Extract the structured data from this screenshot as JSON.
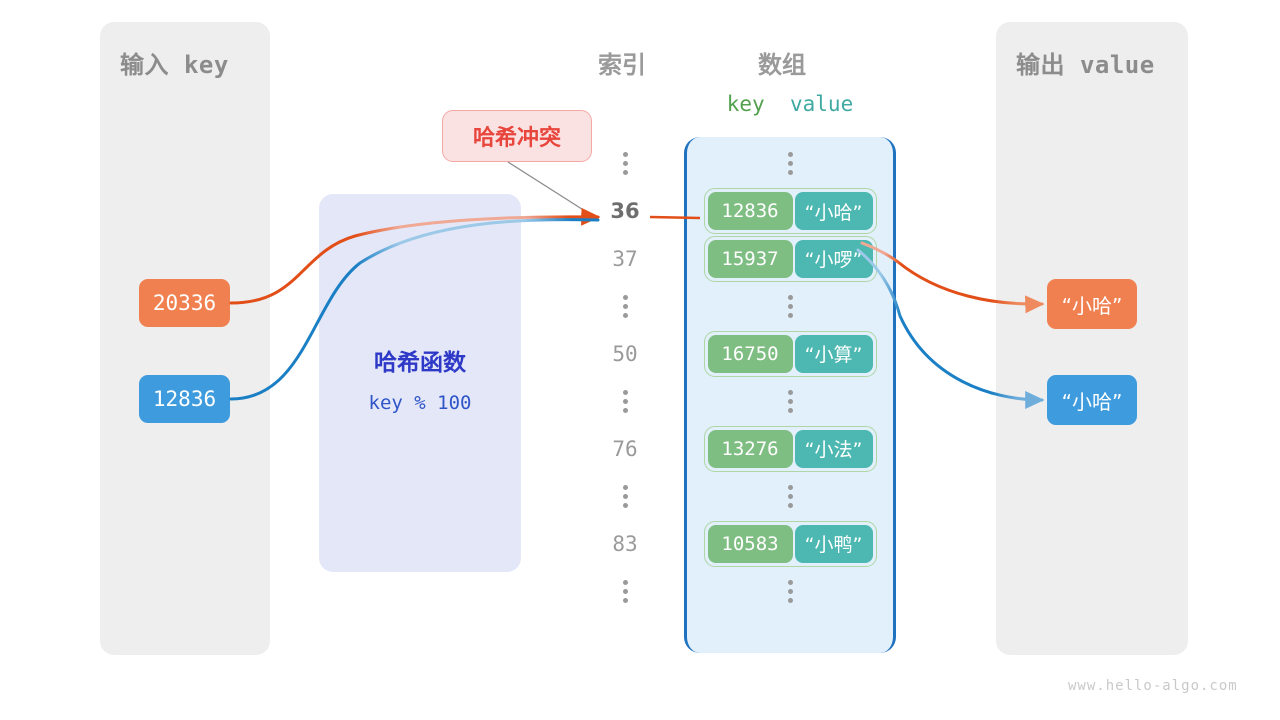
{
  "panels": {
    "input": {
      "title": "输入 key"
    },
    "output": {
      "title": "输出 value"
    }
  },
  "input_keys": [
    {
      "label": "20336",
      "color": "#F08050"
    },
    {
      "label": "12836",
      "color": "#3E9BDD"
    }
  ],
  "output_values": [
    {
      "label": "“小哈”",
      "color": "#F08050"
    },
    {
      "label": "“小哈”",
      "color": "#3E9BDD"
    }
  ],
  "hash_function": {
    "name": "哈希函数",
    "formula": "key % 100",
    "box_color": "#E4E7F8",
    "text_color": "#2F39C8"
  },
  "collision": {
    "label": "哈希冲突",
    "fill": "#FBE2E2",
    "border": "#F3A8A4",
    "text_color": "#E8453C"
  },
  "headers": {
    "index": "索引",
    "array": "数组",
    "key": "key",
    "value": "value",
    "key_color": "#53A14F",
    "value_color": "#3FA9A2"
  },
  "array": {
    "accent": "#1F72C0",
    "fill": "#E1F0FB",
    "key_cell_color": "#7FBE82",
    "value_cell_color": "#4CB8B1",
    "rows": [
      {
        "type": "dots",
        "index": "⋮"
      },
      {
        "type": "entry",
        "index": "36",
        "highlight": true,
        "key": "12836",
        "value": "“小哈”"
      },
      {
        "type": "entry",
        "index": "37",
        "highlight": false,
        "key": "15937",
        "value": "“小啰”"
      },
      {
        "type": "dots",
        "index": "⋮"
      },
      {
        "type": "entry",
        "index": "50",
        "highlight": false,
        "key": "16750",
        "value": "“小算”"
      },
      {
        "type": "dots",
        "index": "⋮"
      },
      {
        "type": "entry",
        "index": "76",
        "highlight": false,
        "key": "13276",
        "value": "“小法”"
      },
      {
        "type": "dots",
        "index": "⋮"
      },
      {
        "type": "entry",
        "index": "83",
        "highlight": false,
        "key": "10583",
        "value": "“小鸭”"
      },
      {
        "type": "dots",
        "index": "⋮"
      }
    ]
  },
  "watermark": "www.hello-algo.com"
}
